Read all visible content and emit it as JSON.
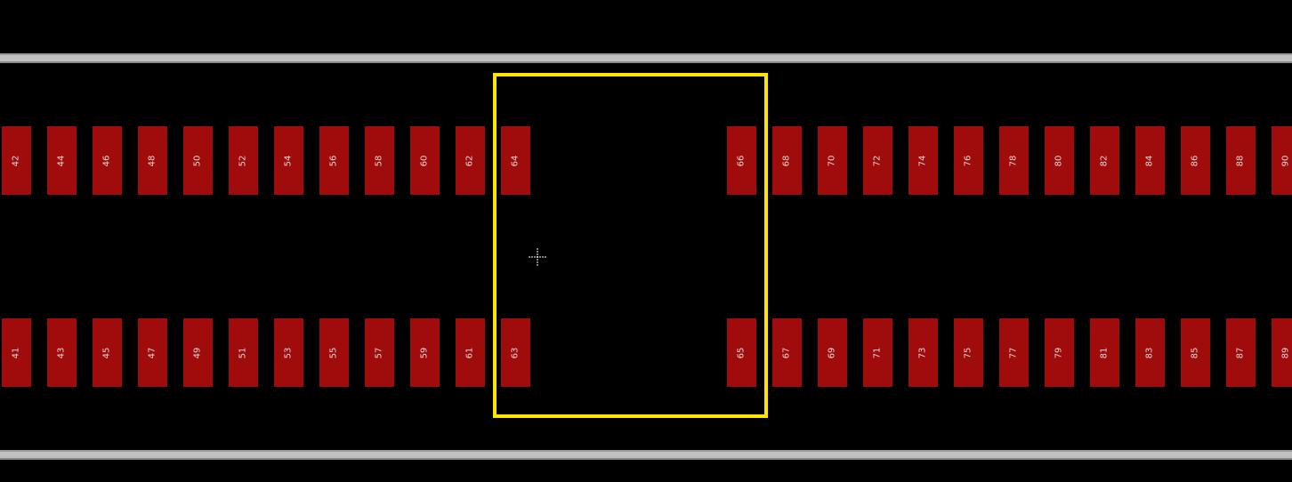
{
  "colors": {
    "background": "#000000",
    "rail": "#c0c0c0",
    "pad": "#a00c0c",
    "pad_label": "#e9d5d5",
    "component_outline": "#ffe600",
    "cursor": "#ffffff"
  },
  "icons": {
    "cursor": "crosshair-icon"
  },
  "pads": {
    "top_row": [
      "42",
      "44",
      "46",
      "48",
      "50",
      "52",
      "54",
      "56",
      "58",
      "60",
      "62",
      "64",
      "66",
      "68",
      "70",
      "72",
      "74",
      "76",
      "78",
      "80",
      "82",
      "84",
      "86",
      "88",
      "90"
    ],
    "bottom_row": [
      "41",
      "43",
      "45",
      "47",
      "49",
      "51",
      "53",
      "55",
      "57",
      "59",
      "61",
      "63",
      "65",
      "67",
      "69",
      "71",
      "73",
      "75",
      "77",
      "79",
      "81",
      "83",
      "85",
      "87",
      "89"
    ]
  }
}
